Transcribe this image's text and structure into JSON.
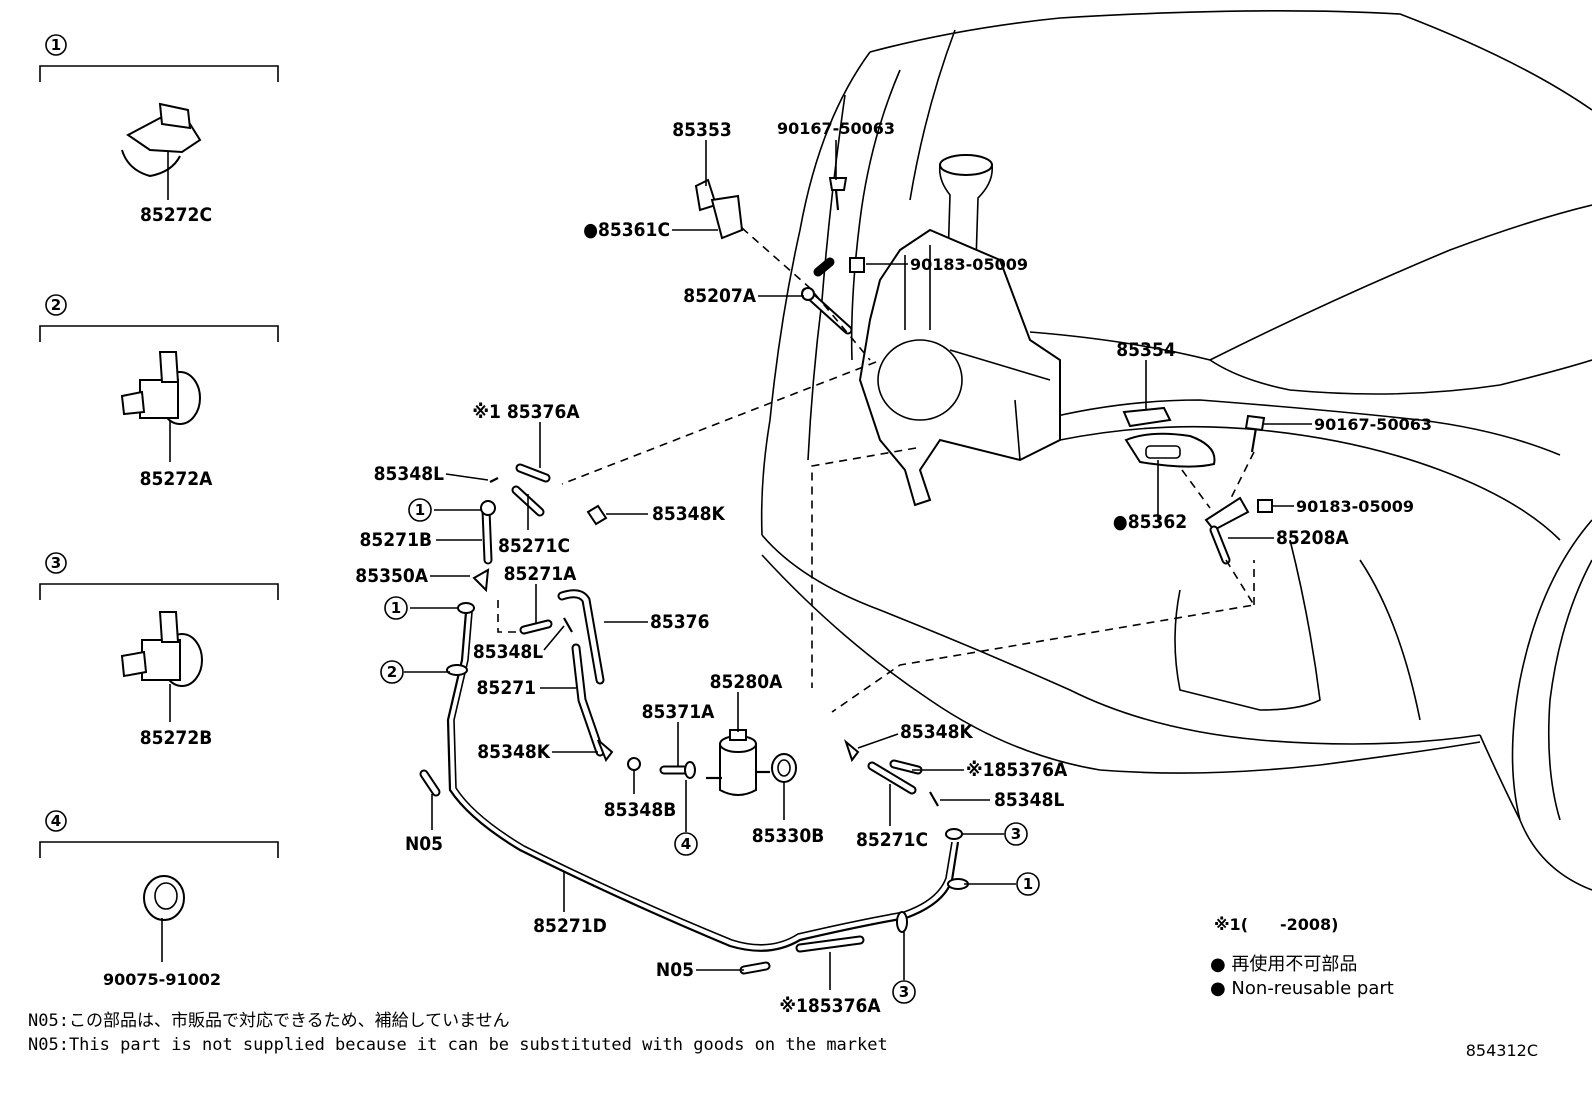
{
  "diagram_code": "854312C",
  "clip_groups": [
    {
      "circle": "1",
      "part": "85272C"
    },
    {
      "circle": "2",
      "part": "85272A"
    },
    {
      "circle": "3",
      "part": "85272B"
    },
    {
      "circle": "4",
      "part": "90075-91002"
    }
  ],
  "labels": {
    "p85353": "85353",
    "p90167_top": "90167-50063",
    "p85361C": "●85361C",
    "p90183_top": "90183-05009",
    "p85207A": "85207A",
    "p85354": "85354",
    "p90167_right": "90167-50063",
    "p90183_right": "90183-05009",
    "p85362": "●85362",
    "p85208A": "85208A",
    "p85376A_top": "※1 85376A",
    "p85348L_top": "85348L",
    "p85271B": "85271B",
    "p85271C_left": "85271C",
    "p85348K_top": "85348K",
    "p85350A": "85350A",
    "p85271A": "85271A",
    "p85376": "85376",
    "p85348L_mid": "85348L",
    "p85271": "85271",
    "p85280A": "85280A",
    "p85371A": "85371A",
    "p85348K_mid": "85348K",
    "p85348B": "85348B",
    "p85330B": "85330B",
    "p85348K_right": "85348K",
    "p85376A_right": "※185376A",
    "p85348L_right": "85348L",
    "p85271C_right": "85271C",
    "pN05_left": "N05",
    "p85271D": "85271D",
    "pN05_bottom": "N05",
    "p85376A_bottom": "※185376A"
  },
  "callouts": {
    "c1_a": "1",
    "c1_b": "1",
    "c2": "2",
    "c4": "4",
    "c3_a": "3",
    "c1_c": "1",
    "c3_b": "3"
  },
  "legend": {
    "date_note": "※1(　　-2008)",
    "jp": "● 再使用不可部品",
    "en": "● Non-reusable part"
  },
  "notes": {
    "jp": "N05:この部品は、市販品で対応できるため、補給していません",
    "en": "N05:This part is not supplied because it can be substituted with goods on the market"
  }
}
